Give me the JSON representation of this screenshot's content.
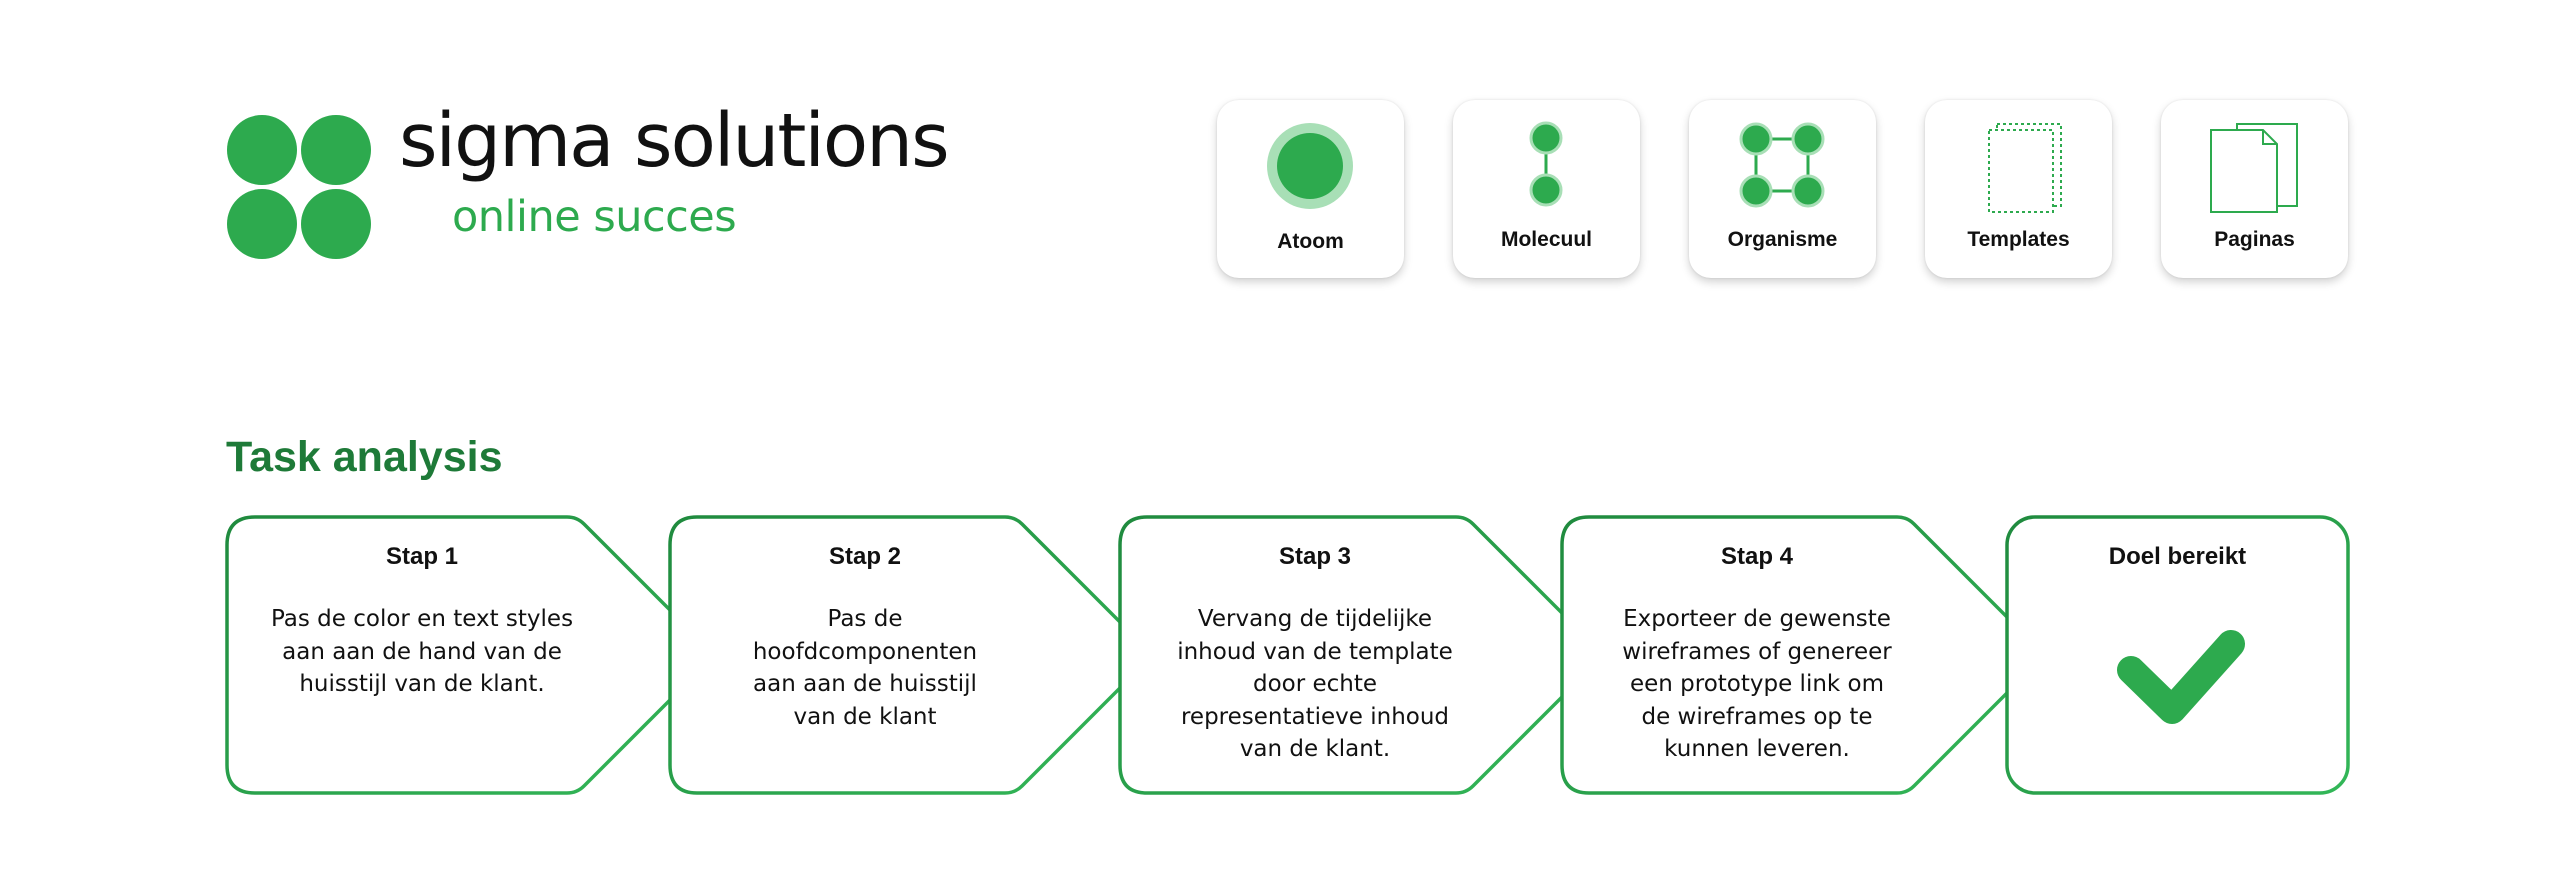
{
  "brand": {
    "name": "sigma solutions",
    "tagline": "online succes",
    "color": "#2daa4e"
  },
  "levels": [
    {
      "label": "Atoom",
      "icon": "atom-icon"
    },
    {
      "label": "Molecuul",
      "icon": "molecule-icon"
    },
    {
      "label": "Organisme",
      "icon": "organism-icon"
    },
    {
      "label": "Templates",
      "icon": "template-icon"
    },
    {
      "label": "Paginas",
      "icon": "pages-icon"
    }
  ],
  "task_analysis": {
    "title": "Task analysis",
    "steps": [
      {
        "title": "Stap 1",
        "text": "Pas de color en text styles aan aan de hand van de huisstijl van de klant."
      },
      {
        "title": "Stap 2",
        "text": "Pas de hoofdcomponenten aan aan de huisstijl van de klant"
      },
      {
        "title": "Stap 3",
        "text": "Vervang de tijdelijke inhoud van de template door echte representatieve inhoud van de klant."
      },
      {
        "title": "Stap 4",
        "text": "Exporteer de gewenste wireframes of genereer een prototype link om de wireframes op te kunnen leveren."
      }
    ],
    "goal": {
      "title": "Doel bereikt",
      "icon": "checkmark-icon"
    }
  },
  "colors": {
    "accent": "#2daa4e",
    "heading": "#1e7a38",
    "atom_halo": "#a8dfb6"
  }
}
